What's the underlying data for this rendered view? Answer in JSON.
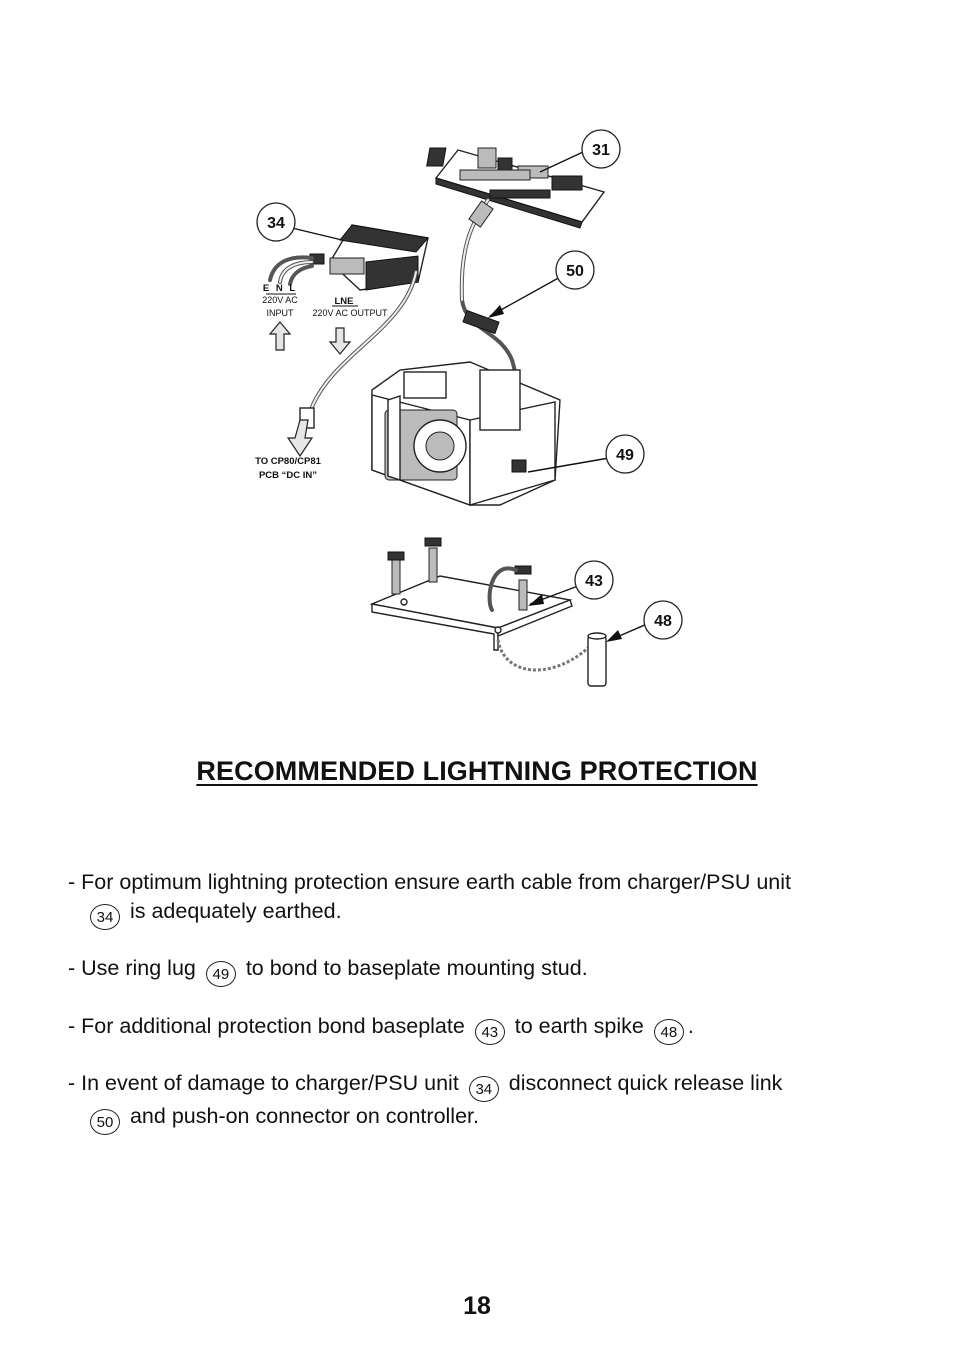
{
  "diagram": {
    "callouts": [
      "31",
      "34",
      "50",
      "49",
      "43",
      "48"
    ],
    "psu_input": {
      "terminals": "E N L",
      "voltage": "220V AC",
      "kind": "INPUT"
    },
    "psu_output": {
      "terminals": "LNE",
      "label": "220V AC OUTPUT"
    },
    "dc_out": {
      "line1": "TO CP80/CP81",
      "line2": "PCB “DC IN”"
    }
  },
  "title": "RECOMMENDED LIGHTNING PROTECTION",
  "paragraphs": [
    {
      "parts": [
        "- For optimum lightning protection ensure earth cable from charger/PSU unit",
        "34",
        "is adequately earthed."
      ]
    },
    {
      "parts": [
        "- Use ring lug",
        "49",
        "to bond to baseplate mounting stud."
      ]
    },
    {
      "parts": [
        "- For additional protection bond baseplate",
        "43",
        "to earth spike",
        "48",
        "."
      ]
    },
    {
      "parts": [
        "- In event of damage to charger/PSU unit",
        "34",
        "disconnect quick release link",
        "50",
        "and push-on connector on controller."
      ]
    }
  ],
  "page_number": "18"
}
